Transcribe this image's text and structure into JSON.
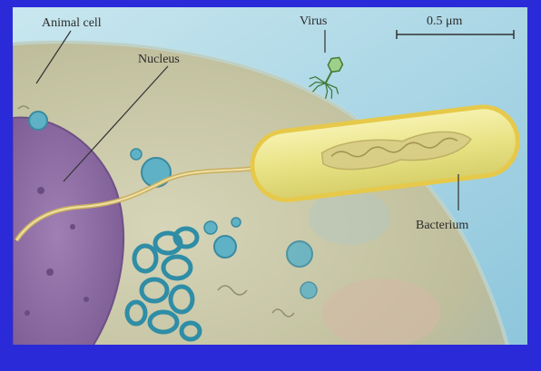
{
  "diagram": {
    "labels": {
      "animal_cell": "Animal cell",
      "nucleus": "Nucleus",
      "virus": "Virus",
      "bacterium": "Bacterium"
    },
    "scale_bar": {
      "text": "0.5 μm"
    },
    "colors": {
      "frame": "#2a2ad8",
      "background": "#a9d6e6",
      "cell": "#c8c7a4",
      "nucleus": "#8f6ea6",
      "bacterium": "#e8e48a",
      "organelles": "#3f9bb0"
    }
  }
}
